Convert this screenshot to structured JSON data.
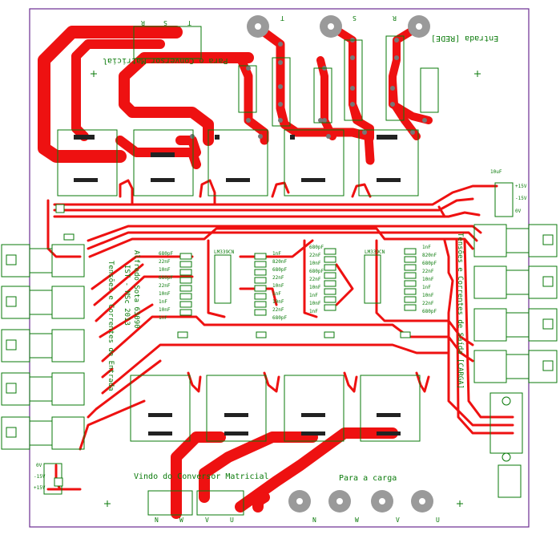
{
  "board": {
    "outline_color": "#6a2c91",
    "trace_color": "#ee1111",
    "silk_color": "#0a7a0a",
    "pad_color": "#9a9a9a"
  },
  "labels": {
    "to_matrix_converter": "Para o Conversor Matricial",
    "input_grid": "Entrada [REDE]",
    "input_currents": "Tensões e Correntes de Entrada",
    "author": "Alfredo Sota 63090",
    "institution": "IST - MSc 2013",
    "output_voltages": "Tensões e Correntes de Saída [CARGA]",
    "from_matrix_converter": "Vindo do Conversor Matricial",
    "to_load": "Para a carga"
  },
  "terminals": {
    "top_header": [
      "R",
      "S",
      "T"
    ],
    "grid_input": [
      "T",
      "S",
      "R"
    ],
    "bottom_left": [
      "N",
      "W",
      "V",
      "U"
    ],
    "bottom_right": [
      "N",
      "W",
      "V",
      "U"
    ]
  },
  "components": {
    "capacitors_left": [
      "680pF",
      "22nF",
      "10nF",
      "680pF",
      "22nF",
      "10nF",
      "1nF",
      "10nF",
      "1nF"
    ],
    "capacitors_mid": [
      "1nF",
      "820nF",
      "680pF",
      "22nF",
      "10nF",
      "1nF",
      "10nF",
      "22nF",
      "680pF"
    ],
    "capacitors_right_a": [
      "680pF",
      "22nF",
      "10nF",
      "680pF",
      "22nF",
      "10nF",
      "1nF",
      "10nF",
      "1nF"
    ],
    "capacitors_right_b": [
      "1nF",
      "820nF",
      "680pF",
      "22nF",
      "10nF",
      "1nF",
      "10nF",
      "22nF",
      "680pF"
    ],
    "ic_left": "LM339CN",
    "ic_right": "LM339CN",
    "power_top": [
      "10uF",
      "+15V",
      "-15V",
      "0V"
    ],
    "power_bottom": [
      "0V",
      "-15V",
      "+15V"
    ]
  }
}
